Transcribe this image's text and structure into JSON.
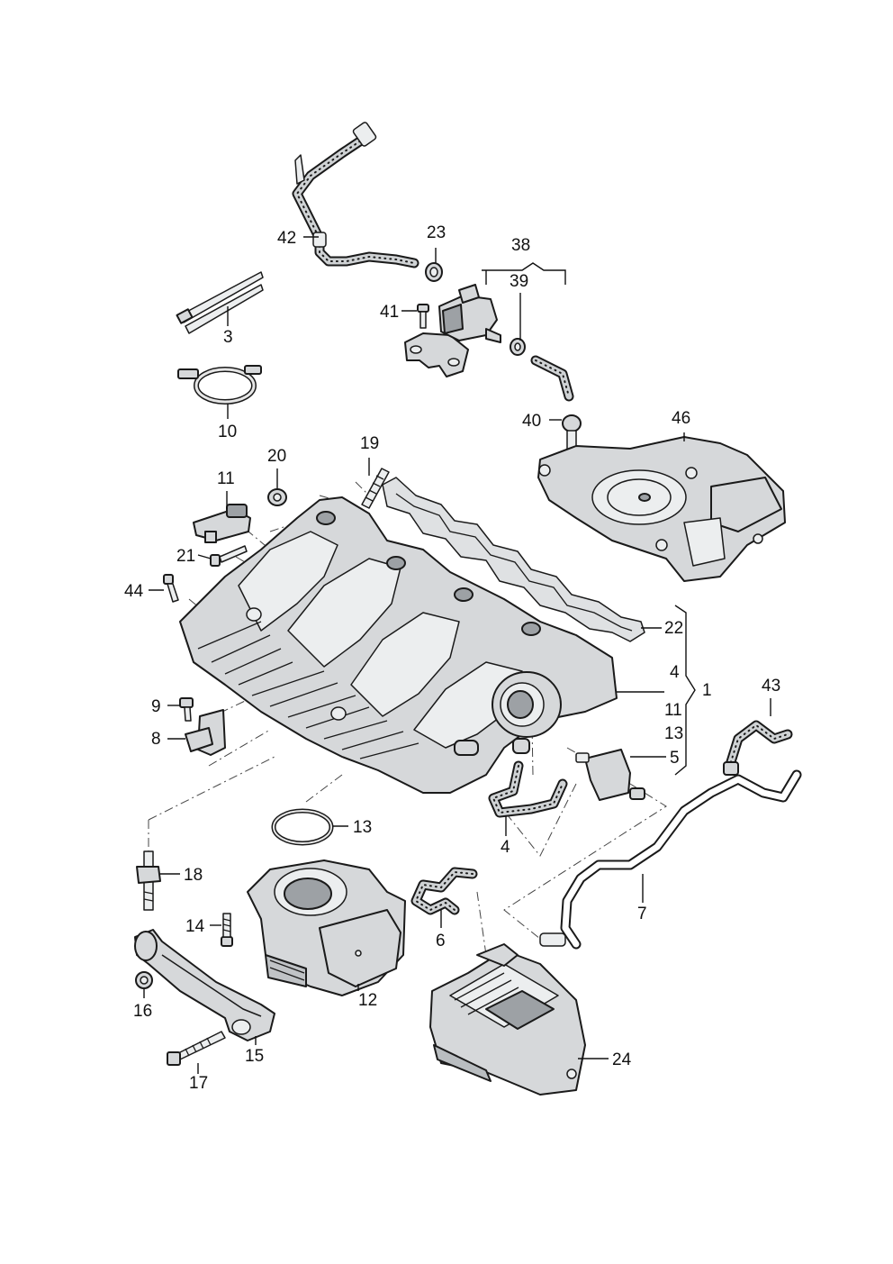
{
  "diagram": {
    "labels": [
      "42",
      "23",
      "38",
      "39",
      "41",
      "3",
      "10",
      "40",
      "46",
      "19",
      "20",
      "11",
      "21",
      "44",
      "22",
      "4",
      "1",
      "11",
      "13",
      "5",
      "43",
      "9",
      "8",
      "13",
      "4",
      "18",
      "14",
      "6",
      "7",
      "16",
      "12",
      "15",
      "17",
      "24"
    ]
  }
}
